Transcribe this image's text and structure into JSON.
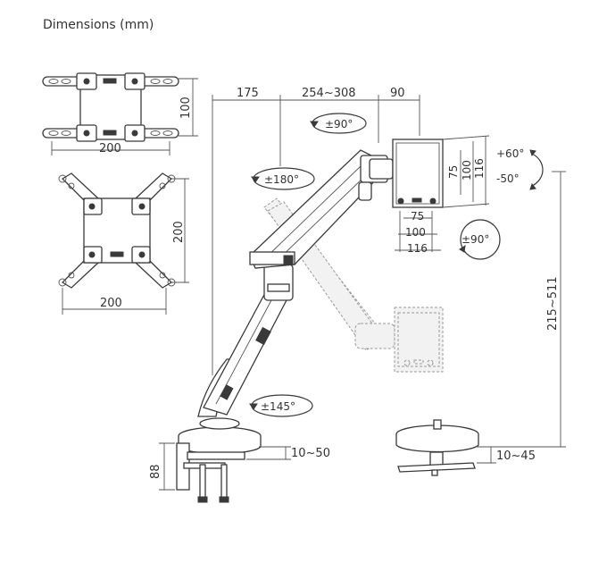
{
  "title": "Dimensions (mm)",
  "vesa_small": {
    "width": "200",
    "height": "100"
  },
  "vesa_large": {
    "width": "200",
    "height": "200"
  },
  "arm": {
    "reach_base": "175",
    "reach_arm": "254~308",
    "reach_head": "90",
    "height_range": "215~511",
    "swivel_top": "±90°",
    "swivel_arm": "±180°",
    "swivel_base": "±145°",
    "rotation": "±90°",
    "tilt_up": "+60°",
    "tilt_down": "-50°",
    "plate_h1": "75",
    "plate_h2": "100",
    "plate_h3": "116",
    "plate_w1": "75",
    "plate_w2": "100",
    "plate_w3": "116",
    "clamp_height": "88",
    "clamp_range": "10~50",
    "grommet_range": "10~45"
  }
}
